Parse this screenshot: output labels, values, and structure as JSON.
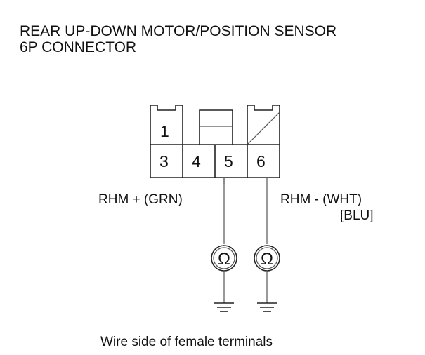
{
  "header": {
    "title_line1": "REAR UP-DOWN MOTOR/POSITION SENSOR",
    "title_line2": "6P CONNECTOR"
  },
  "connector": {
    "pins": [
      {
        "id": "1",
        "label": "1"
      },
      {
        "id": "3",
        "label": "3"
      },
      {
        "id": "4",
        "label": "4"
      },
      {
        "id": "5",
        "label": "5"
      },
      {
        "id": "6",
        "label": "6"
      }
    ]
  },
  "wires": {
    "left_label": "RHM +  (GRN)",
    "right_label": "RHM -   (WHT)",
    "right_label_alt": "[BLU]"
  },
  "meters": {
    "symbol": "Ω",
    "left_icon": "ohmmeter-icon",
    "right_icon": "ohmmeter-icon",
    "ground_icon": "ground-icon"
  },
  "caption": "Wire side of female terminals"
}
